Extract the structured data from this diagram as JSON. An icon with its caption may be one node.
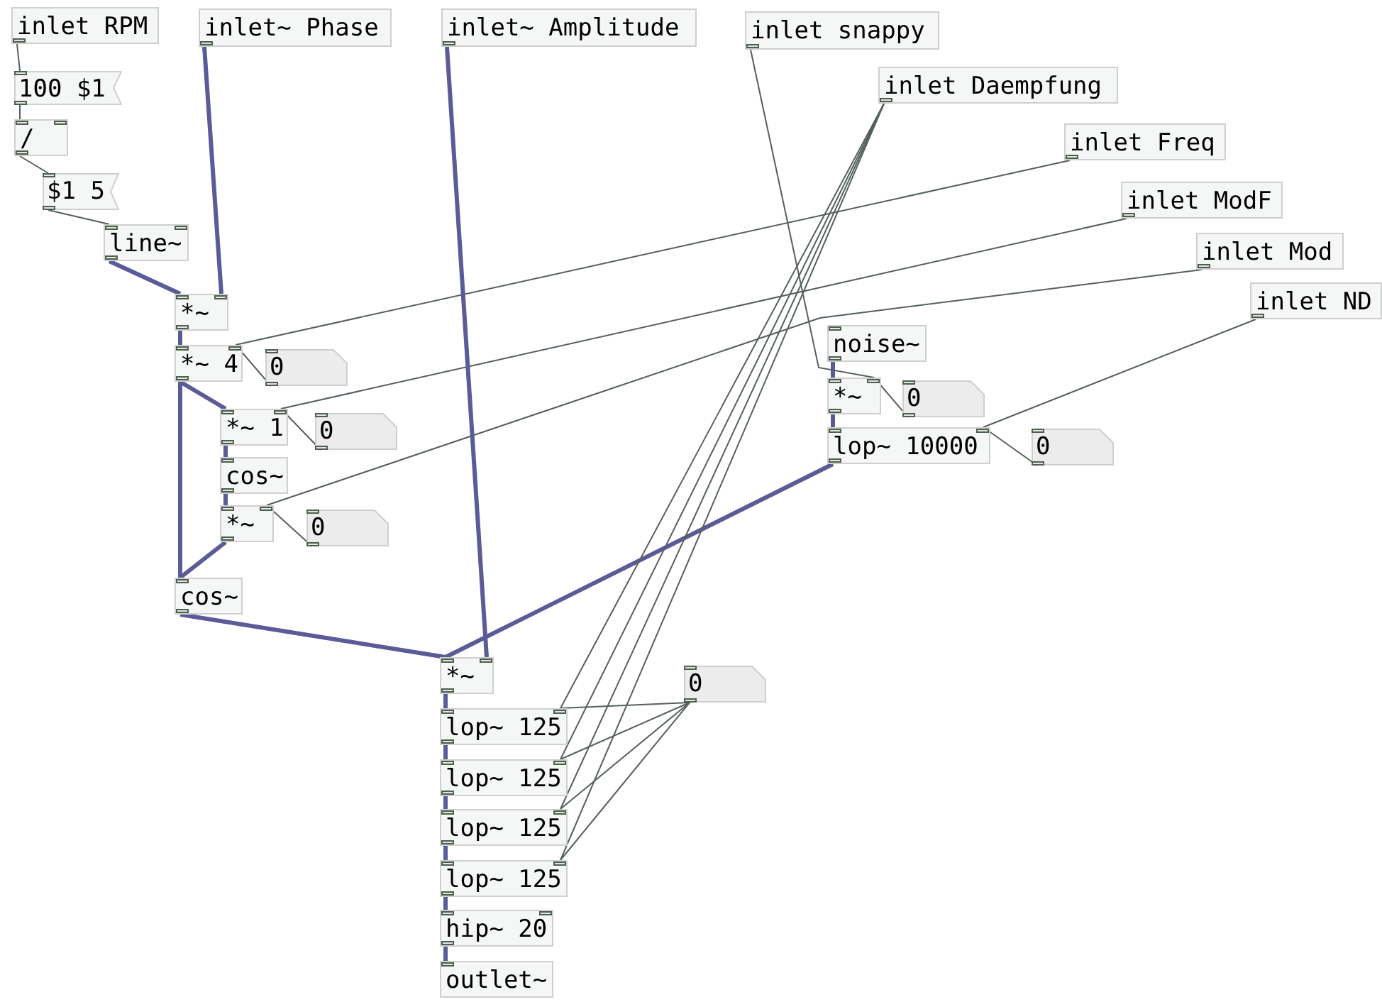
{
  "diagram": {
    "nodes": [
      {
        "text": [
          "inlet RPM"
        ]
      },
      {
        "text": [
          "inlet~ Phase"
        ]
      },
      {
        "text": [
          "inlet~ Amplitude"
        ]
      },
      {
        "text": [
          "inlet snappy"
        ]
      },
      {
        "text": [
          "inlet Daempfung"
        ]
      },
      {
        "text": [
          "inlet Freq"
        ]
      },
      {
        "text": [
          "inlet ModF"
        ]
      },
      {
        "text": [
          "inlet Mod"
        ]
      },
      {
        "text": [
          "inlet ND"
        ]
      },
      {
        "text": [
          "100 $1"
        ]
      },
      {
        "text": [
          "/"
        ]
      },
      {
        "text": [
          "$1 5"
        ]
      },
      {
        "text": [
          "line~"
        ]
      },
      {
        "text": [
          "*~"
        ]
      },
      {
        "text": [
          "*~ 4"
        ]
      },
      {
        "text": [
          "0"
        ]
      },
      {
        "text": [
          "*~ 1"
        ]
      },
      {
        "text": [
          "0"
        ]
      },
      {
        "text": [
          "cos~"
        ]
      },
      {
        "text": [
          "*~"
        ]
      },
      {
        "text": [
          "0"
        ]
      },
      {
        "text": [
          "cos~"
        ]
      },
      {
        "text": [
          "noise~"
        ]
      },
      {
        "text": [
          "*~"
        ]
      },
      {
        "text": [
          "0"
        ]
      },
      {
        "text": [
          "lop~ 10000"
        ]
      },
      {
        "text": [
          "0"
        ]
      },
      {
        "text": [
          "*~"
        ]
      },
      {
        "text": [
          "0"
        ]
      },
      {
        "text": [
          "lop~ 125"
        ]
      },
      {
        "text": [
          "lop~ 125"
        ]
      },
      {
        "text": [
          "lop~ 125"
        ]
      },
      {
        "text": [
          "lop~ 125"
        ]
      },
      {
        "text": [
          "hip~ 20"
        ]
      },
      {
        "text": [
          "outlet~"
        ]
      }
    ],
    "edges": [
      {
        "from": 0,
        "to": 9,
        "arrow": "none"
      },
      {
        "from": 9,
        "to": 10,
        "arrow": "none"
      },
      {
        "from": 10,
        "to": 11,
        "arrow": "none"
      },
      {
        "from": 11,
        "to": 12,
        "arrow": "none"
      },
      {
        "from": 12,
        "to": 13,
        "arrow": "none",
        "style": "thick",
        "color": "#5b5b97"
      },
      {
        "from": 1,
        "to": 13,
        "arrow": "none",
        "style": "thick",
        "color": "#5b5b97"
      },
      {
        "from": 13,
        "to": 14,
        "arrow": "none",
        "style": "thick",
        "color": "#5b5b97"
      },
      {
        "from": 5,
        "to": 14,
        "arrow": "none"
      },
      {
        "from": 15,
        "to": 14,
        "arrow": "none"
      },
      {
        "from": 14,
        "to": 16,
        "arrow": "none",
        "style": "thick",
        "color": "#5b5b97"
      },
      {
        "from": 6,
        "to": 16,
        "arrow": "none"
      },
      {
        "from": 17,
        "to": 16,
        "arrow": "none"
      },
      {
        "from": 16,
        "to": 18,
        "arrow": "none",
        "style": "thick",
        "color": "#5b5b97"
      },
      {
        "from": 18,
        "to": 19,
        "arrow": "none",
        "style": "thick",
        "color": "#5b5b97"
      },
      {
        "from": 7,
        "to": 19,
        "arrow": "none"
      },
      {
        "from": 20,
        "to": 19,
        "arrow": "none"
      },
      {
        "from": 14,
        "to": 21,
        "arrow": "none",
        "style": "thick",
        "color": "#5b5b97"
      },
      {
        "from": 19,
        "to": 21,
        "arrow": "none",
        "style": "thick",
        "color": "#5b5b97"
      },
      {
        "from": 21,
        "to": 27,
        "arrow": "none",
        "style": "thick",
        "color": "#5b5b97"
      },
      {
        "from": 2,
        "to": 27,
        "arrow": "none",
        "style": "thick",
        "color": "#5b5b97"
      },
      {
        "from": 25,
        "to": 27,
        "arrow": "none",
        "style": "thick",
        "color": "#5b5b97"
      },
      {
        "from": 22,
        "to": 23,
        "arrow": "none",
        "style": "thick",
        "color": "#5b5b97"
      },
      {
        "from": 3,
        "to": 23,
        "arrow": "none"
      },
      {
        "from": 24,
        "to": 23,
        "arrow": "none"
      },
      {
        "from": 23,
        "to": 25,
        "arrow": "none",
        "style": "thick",
        "color": "#5b5b97"
      },
      {
        "from": 8,
        "to": 25,
        "arrow": "none"
      },
      {
        "from": 26,
        "to": 25,
        "arrow": "none"
      },
      {
        "from": 27,
        "to": 29,
        "arrow": "none",
        "style": "thick",
        "color": "#5b5b97"
      },
      {
        "from": 29,
        "to": 30,
        "arrow": "none",
        "style": "thick",
        "color": "#5b5b97"
      },
      {
        "from": 30,
        "to": 31,
        "arrow": "none",
        "style": "thick",
        "color": "#5b5b97"
      },
      {
        "from": 31,
        "to": 32,
        "arrow": "none",
        "style": "thick",
        "color": "#5b5b97"
      },
      {
        "from": 32,
        "to": 33,
        "arrow": "none",
        "style": "thick",
        "color": "#5b5b97"
      },
      {
        "from": 33,
        "to": 34,
        "arrow": "none",
        "style": "thick",
        "color": "#5b5b97"
      },
      {
        "from": 4,
        "to": 29,
        "arrow": "none"
      },
      {
        "from": 4,
        "to": 30,
        "arrow": "none"
      },
      {
        "from": 4,
        "to": 31,
        "arrow": "none"
      },
      {
        "from": 4,
        "to": 32,
        "arrow": "none"
      },
      {
        "from": 28,
        "to": 29,
        "arrow": "none"
      },
      {
        "from": 28,
        "to": 30,
        "arrow": "none"
      },
      {
        "from": 28,
        "to": 31,
        "arrow": "none"
      },
      {
        "from": 28,
        "to": 32,
        "arrow": "none"
      }
    ]
  }
}
